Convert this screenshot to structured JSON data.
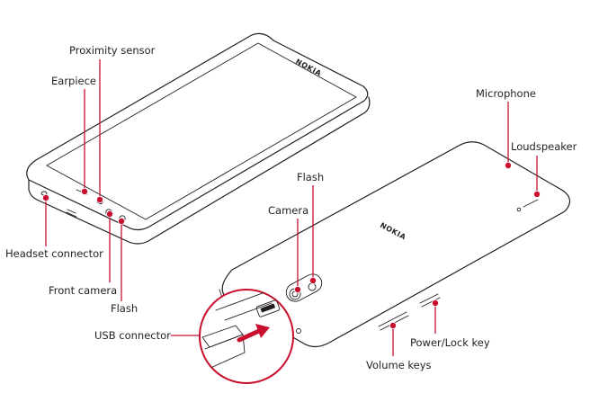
{
  "colors": {
    "accent": "#c8102e",
    "line": "#231f20"
  },
  "brand": "NOKIA",
  "labels": {
    "proximity_sensor": "Proximity sensor",
    "earpiece": "Earpiece",
    "headset_connector": "Headset connector",
    "front_camera": "Front camera",
    "flash_front": "Flash",
    "usb_connector": "USB connector",
    "microphone": "Microphone",
    "loudspeaker": "Loudspeaker",
    "flash_back": "Flash",
    "camera": "Camera",
    "power_lock_key": "Power/Lock key",
    "volume_keys": "Volume keys"
  }
}
